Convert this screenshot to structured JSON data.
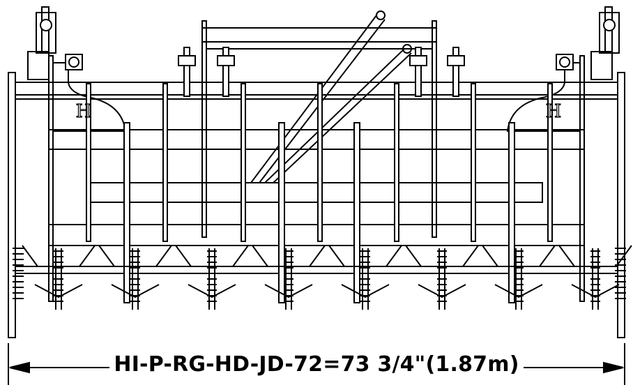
{
  "drawing": {
    "dimension_label": "HI-P-RG-HD-JD-72=73 3/4\"(1.87m)",
    "logo_letter": "H",
    "tine_count": 8,
    "colors": {
      "line": "#000000",
      "background": "#ffffff"
    }
  }
}
